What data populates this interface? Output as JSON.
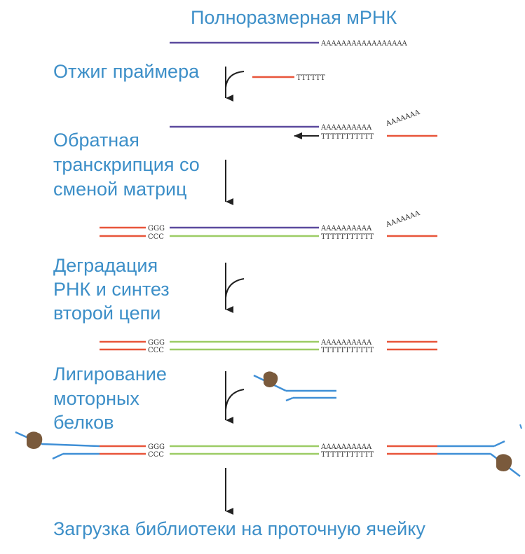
{
  "colors": {
    "label_text": "#3d8fc8",
    "mrna": "#5b4a9e",
    "primer": "#e8553a",
    "second_strand": "#9ccc65",
    "adapter": "#3f8fd6",
    "motor_protein": "#7a5a3c",
    "arrow": "#222222",
    "sequence_text": "#333333"
  },
  "labels": {
    "full_length_mrna": "Полноразмерная мРНК",
    "primer_annealing": "Отжиг праймера",
    "reverse_transcription": [
      "Обратная",
      "транскрипция со",
      "сменой матриц"
    ],
    "rna_degradation": [
      "Деградация",
      "РНК и синтез",
      "второй цепи"
    ],
    "ligation": [
      "Лигирование",
      "моторных",
      "белков"
    ],
    "library_loading": "Загрузка библиотеки на проточную ячейку"
  },
  "sequences": {
    "poly_a_long": "AAAAAAAAAAAAAAAAA",
    "poly_t_short": "TTTTTT",
    "poly_a_mid": "AAAAAAAAAA",
    "poly_a_tail": "AAAAAAA",
    "poly_t_long": "TTTTTTTTTTT",
    "ggg": "GGG",
    "ccc": "CCC"
  },
  "icons": {
    "down_arrow": "down-arrow-icon",
    "curved_branch": "curved-branch-icon",
    "motor_protein": "motor-protein-icon"
  }
}
